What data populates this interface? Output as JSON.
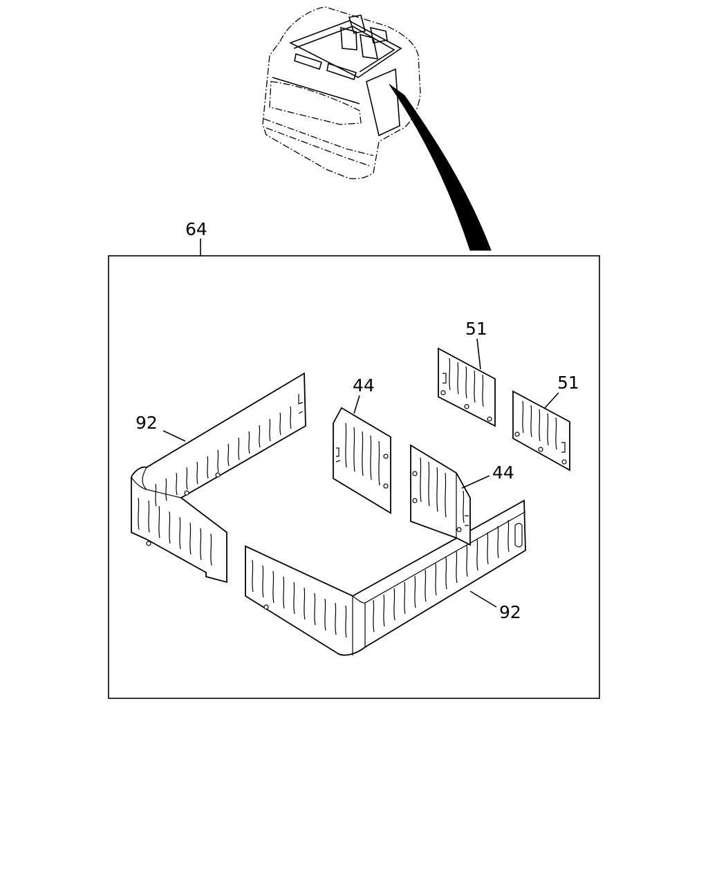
{
  "diagram": {
    "callouts": {
      "box_assembly": "64",
      "front_insulator_left": "44",
      "front_insulator_right": "44",
      "rear_insulator_left": "51",
      "rear_insulator_right": "51",
      "side_insulator_left": "92",
      "side_insulator_right": "92"
    }
  }
}
